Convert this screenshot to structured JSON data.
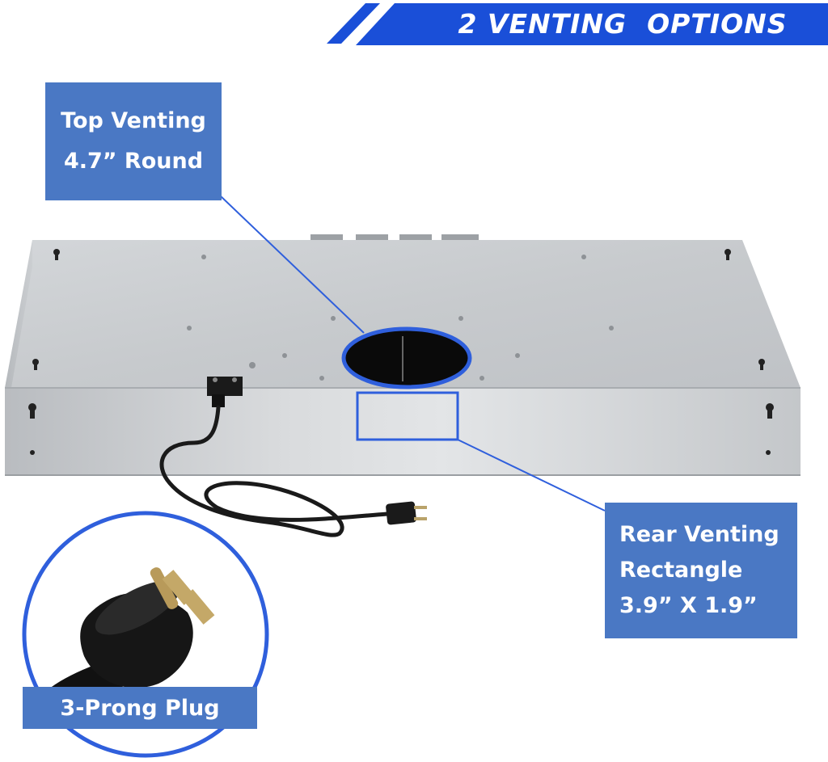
{
  "banner": {
    "title": "2 VENTING  OPTIONS",
    "color": "#1a4fd8"
  },
  "callouts": {
    "top_venting": {
      "line1": "Top Venting",
      "line2": "4.7” Round"
    },
    "rear_venting": {
      "line1": "Rear Venting",
      "line2": "Rectangle",
      "line3": "3.9” X 1.9”"
    },
    "plug": {
      "label": "3-Prong Plug"
    },
    "box_color": "#4a78c4"
  }
}
